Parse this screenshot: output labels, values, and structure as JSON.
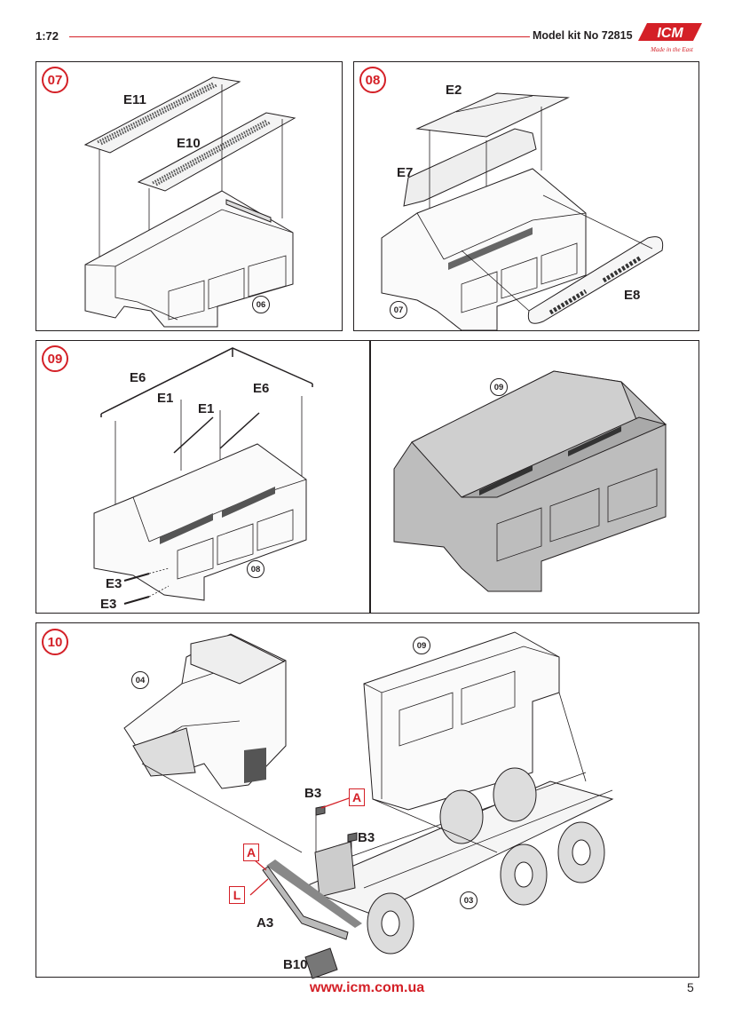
{
  "header": {
    "scale": "1:72",
    "model_kit": "Model kit No 72815",
    "logo_text": "ICM",
    "logo_tagline": "Made in the East"
  },
  "steps": [
    {
      "number": "07",
      "parts": [
        "E11",
        "E10"
      ],
      "refs": [
        "06"
      ]
    },
    {
      "number": "08",
      "parts": [
        "E2",
        "E7",
        "E8"
      ],
      "refs": [
        "07"
      ]
    },
    {
      "number": "09",
      "parts": [
        "E6",
        "E1",
        "E1",
        "E6",
        "E3",
        "E3"
      ],
      "refs": [
        "08",
        "09"
      ]
    },
    {
      "number": "10",
      "parts": [
        "B3",
        "B3",
        "A3",
        "B10"
      ],
      "callouts": [
        "A",
        "A",
        "L"
      ],
      "refs": [
        "04",
        "09",
        "03"
      ]
    }
  ],
  "footer": {
    "url": "www.icm.com.ua",
    "page": "5"
  }
}
